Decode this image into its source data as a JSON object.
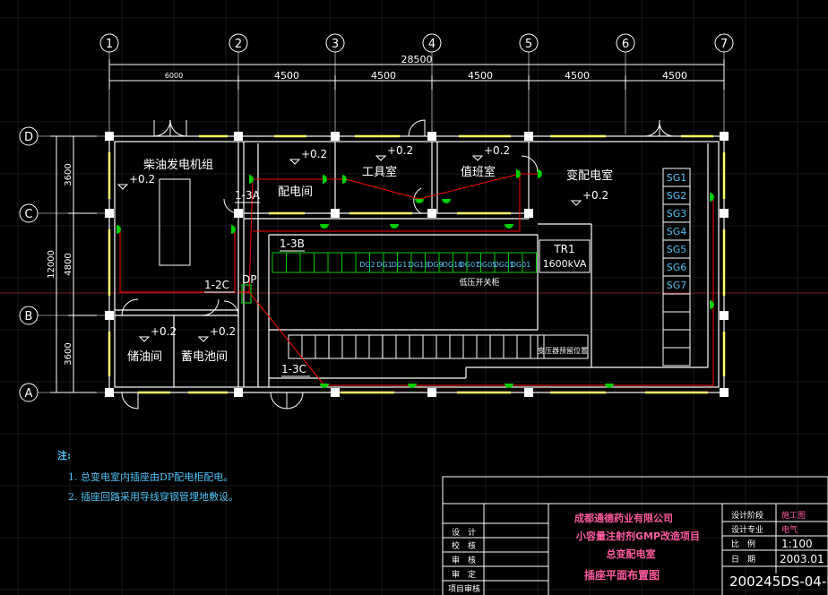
{
  "axes": {
    "columns": [
      "1",
      "2",
      "3",
      "4",
      "5",
      "6",
      "7"
    ],
    "rows": [
      "D",
      "C",
      "B",
      "A"
    ]
  },
  "dimensions": {
    "total": "28500",
    "spans": [
      "6000",
      "4500",
      "4500",
      "4500",
      "4500",
      "4500"
    ],
    "rows_total": "12000",
    "row_spans": [
      "3600",
      "4800",
      "3600"
    ]
  },
  "rooms": {
    "generator": "柴油发电机组",
    "distribution": "配电间",
    "tools": "工具室",
    "duty": "值班室",
    "substation": "变配电室",
    "oil": "储油间",
    "battery": "蓄电池间"
  },
  "levels": [
    "+0.2",
    "+0.2",
    "+0.2",
    "+0.2",
    "+0.2",
    "+0.2",
    "+0.2"
  ],
  "circuits": [
    "1-3A",
    "1-3B",
    "1-2C",
    "1-3C",
    "DP"
  ],
  "equipment": {
    "transformer": "TR1",
    "transformer_rating": "1600kVA",
    "lv_label": "低压开关柜",
    "ts_label": "变压器预留位置",
    "dg_panels": [
      "DG2",
      "DG1",
      "DG11",
      "DG13",
      "DG9",
      "DG10",
      "DG07",
      "DG05",
      "DG03",
      "DG01"
    ],
    "sg_panels": [
      "SG1",
      "SG2",
      "SG3",
      "SG4",
      "SG5",
      "SG6",
      "SG7"
    ]
  },
  "notes": {
    "title": "注:",
    "items": [
      "1. 总变电室内插座由DP配电柜配电。",
      "2. 插座回路采用导线穿钢管埋地敷设。"
    ]
  },
  "titleblock": {
    "company": "成都通德药业有限公司",
    "project": "小容量注射剂GMP改造项目",
    "subproject": "总变配电室",
    "drawing": "插座平面布置图",
    "roles": [
      "设　计",
      "校　核",
      "审　核",
      "审　定",
      "项目审核"
    ],
    "stage_label": "设计阶段",
    "stage_value": "施工图",
    "discipline_label": "设计专业",
    "discipline_value": "电气",
    "scale_label": "比　例",
    "scale_value": "1:100",
    "date_label": "日　期",
    "date_value": "2003.01",
    "drawing_no": "200245DS-04-"
  },
  "colors": {
    "wall": "#ffffff",
    "wire": "#ff0000",
    "socket": "#00cc00",
    "text_blue": "#4fc3f7",
    "window": "#ffff66"
  }
}
